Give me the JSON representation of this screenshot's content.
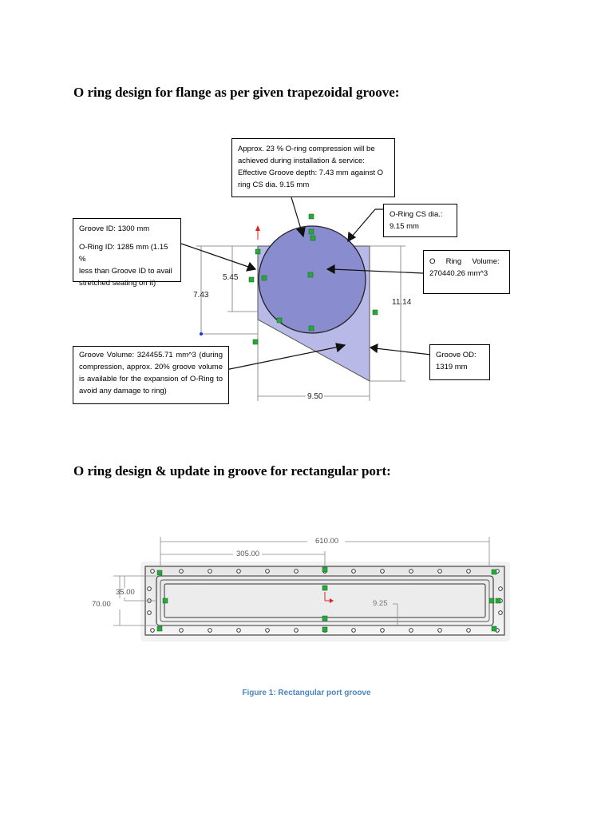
{
  "section1": {
    "heading": "O ring design for flange as per given trapezoidal groove:",
    "callouts": {
      "compression": [
        "Approx.  23 % O-ring compression will be",
        "achieved during installation & service:",
        "Effective Groove depth: 7.43 mm against O",
        "ring CS dia. 9.15 mm"
      ],
      "groove_id": [
        "Groove ID: 1300 mm",
        "O-Ring ID: 1285 mm (1.15 %",
        "less than Groove ID to avail",
        "stretched seating on it)"
      ],
      "cs_dia": [
        "O-Ring CS dia.:",
        "9.15 mm"
      ],
      "ring_volume": [
        "O     Ring     Volume:",
        "270440.26 mm^3"
      ],
      "groove_volume": "Groove Volume:  324455.71 mm^3 (during compression, approx. 20% groove volume is available for the expansion of O-Ring to avoid any damage to ring)",
      "groove_od": [
        "Groove OD:",
        "1319 mm"
      ]
    },
    "dimensions": {
      "d545": "5.45",
      "d743": "7.43",
      "d1114": "11.14",
      "d950": "9.50"
    }
  },
  "section2": {
    "heading": "O ring design & update in groove for rectangular port:",
    "dimensions": {
      "d610": "610.00",
      "d305": "305.00",
      "d35": "35.00",
      "d70": "70.00",
      "d925": "9.25"
    },
    "caption": "Figure 1: Rectangular port groove"
  },
  "colors": {
    "oring_fill": "#8a8cd0",
    "groove_fill": "#b8b9e6",
    "marker": "#29a83a",
    "dimension_red": "#e02020",
    "caption": "#4a86c5"
  }
}
